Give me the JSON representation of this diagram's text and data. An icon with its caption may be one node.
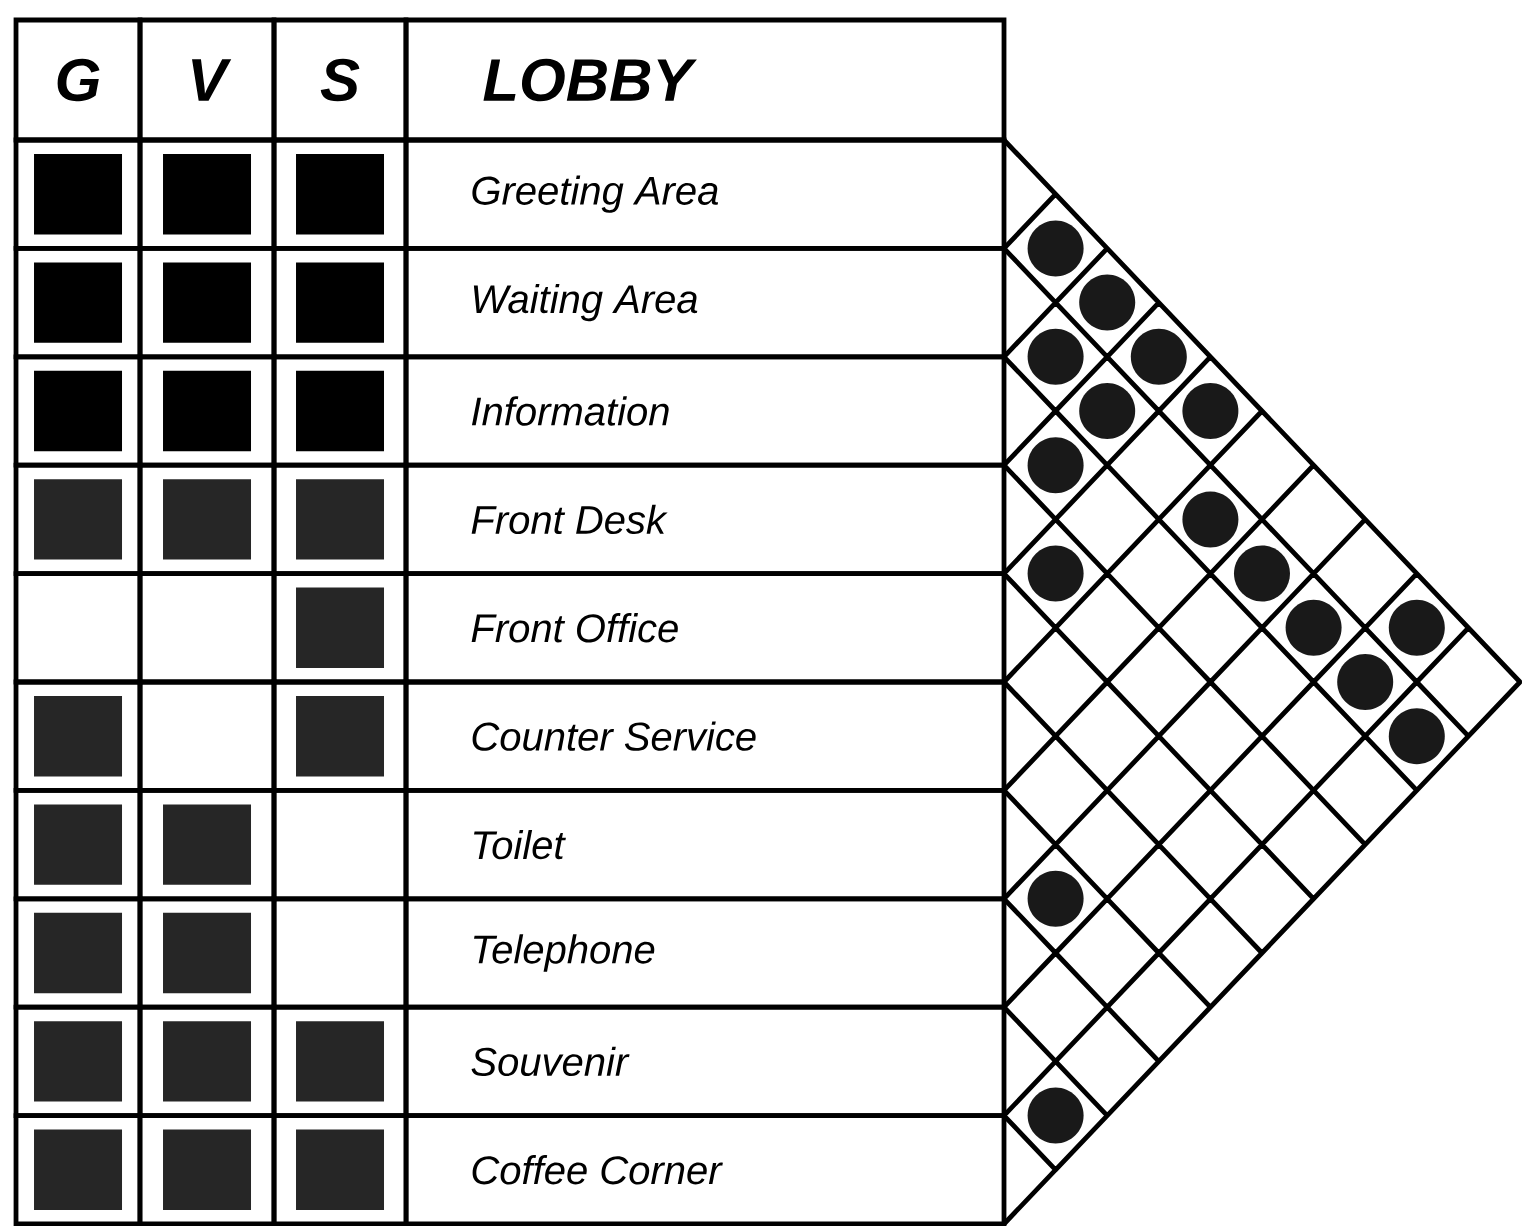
{
  "diagram": {
    "labels": [
      "G",
      "V",
      "S",
      "LOBBY",
      "Greeting Area",
      "Waiting Area",
      "Information",
      "Front Desk",
      "Front Office",
      "Counter Service",
      "Toilet",
      "Telephone",
      "Souvenir",
      "Coffee Corner"
    ]
  }
}
